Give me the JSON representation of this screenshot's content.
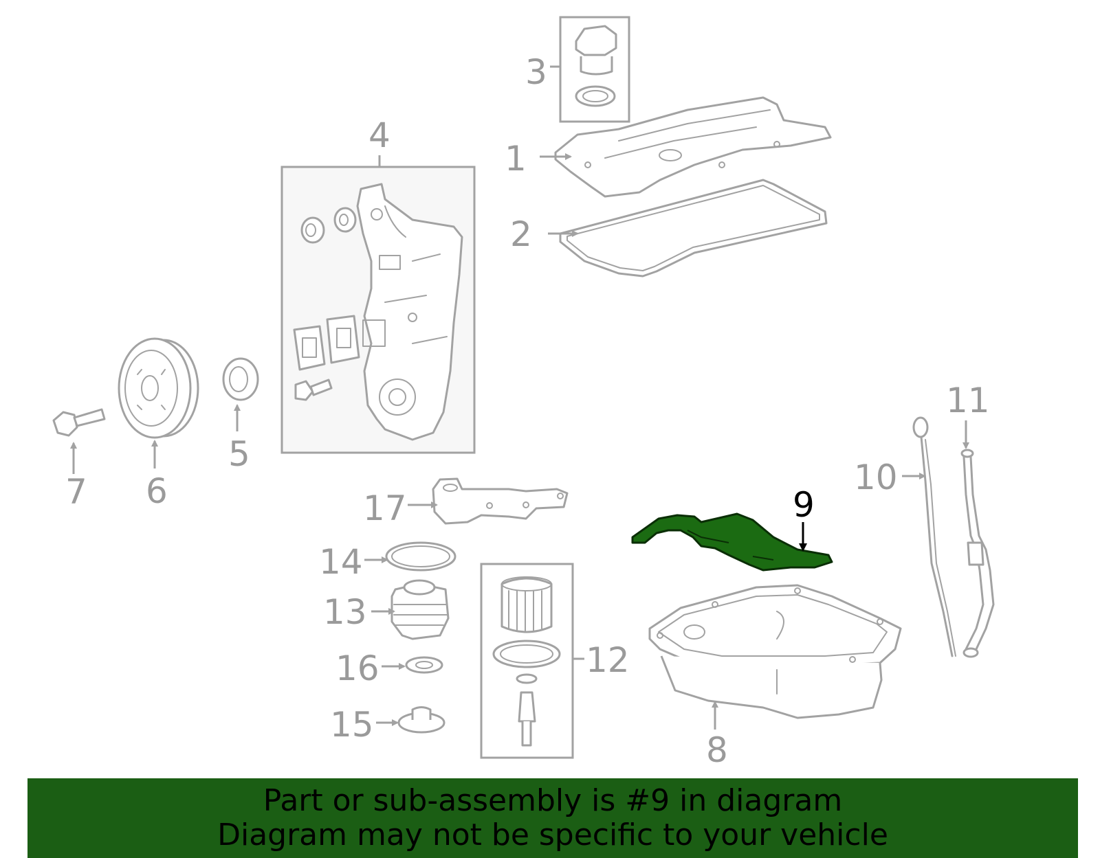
{
  "callouts": {
    "c1": "1",
    "c2": "2",
    "c3": "3",
    "c4": "4",
    "c5": "5",
    "c6": "6",
    "c7": "7",
    "c8": "8",
    "c9": "9",
    "c10": "10",
    "c11": "11",
    "c12": "12",
    "c13": "13",
    "c14": "14",
    "c15": "15",
    "c16": "16",
    "c17": "17"
  },
  "highlighted_part": "9",
  "colors": {
    "highlight_fill": "#1b6b12",
    "banner_bg": "#1b5e14",
    "line_gray": "#a2a2a2"
  },
  "banner": {
    "line1": "Part or sub-assembly is #9 in diagram",
    "line2": "Diagram may not be specific to your vehicle"
  }
}
